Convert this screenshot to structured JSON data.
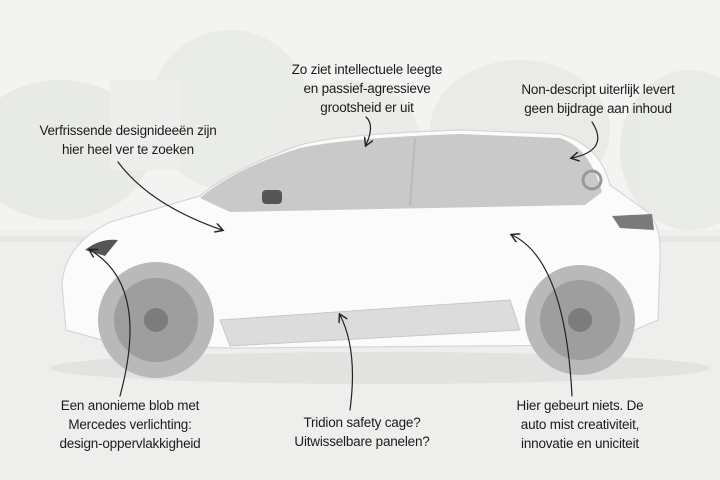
{
  "annotations": {
    "top_left": [
      "Verfrissende designideeën zijn",
      "hier heel ver te zoeken"
    ],
    "top_center": [
      "Zo ziet intellectuele leegte",
      "en passief-agressieve",
      "grootsheid er uit"
    ],
    "top_right": [
      "Non-descript uiterlijk levert",
      "geen bijdrage aan inhoud"
    ],
    "bottom_left": [
      "Een anonieme blob met",
      "Mercedes verlichting:",
      "design-oppervlakkigheid"
    ],
    "bottom_center": [
      "Tridion safety cage?",
      "Uitwisselbare panelen?"
    ],
    "bottom_right": [
      "Hier gebeurt niets. De",
      "auto mist creativiteit,",
      "innovatie en uniciteit"
    ]
  },
  "colors": {
    "background": "#f2f2f0",
    "car_body": "#fbfbfb",
    "car_roof": "#c9c9c9",
    "cladding": "#dcdcdc",
    "tire": "#b9b9b9",
    "text": "#1c1c1c",
    "arrow": "#222222"
  }
}
